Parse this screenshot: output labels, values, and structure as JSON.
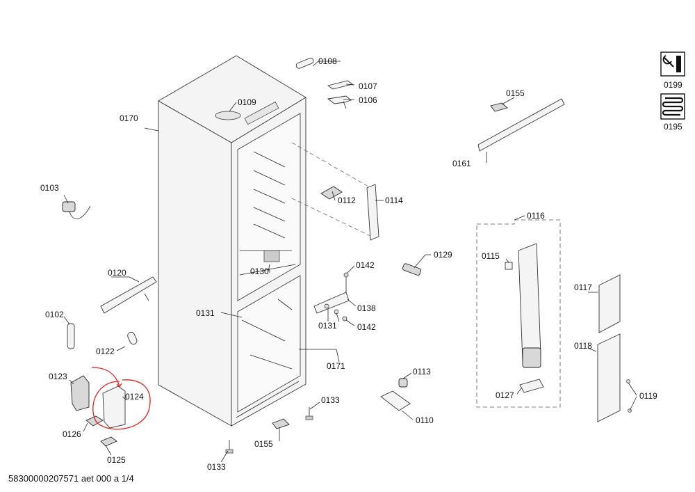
{
  "labels": {
    "p0108": "0108",
    "p0107": "0107",
    "p0106": "0106",
    "p0109": "0109",
    "p0170": "0170",
    "p0155_top": "0155",
    "p0161": "0161",
    "p0103": "0103",
    "p0112": "0112",
    "p0114": "0114",
    "p0116": "0116",
    "p0129": "0129",
    "p0115": "0115",
    "p0142_a": "0142",
    "p0120": "0120",
    "p0130": "0130",
    "p0138": "0138",
    "p0117": "0117",
    "p0131_a": "0131",
    "p0131_b": "0131",
    "p0142_b": "0142",
    "p0102": "0102",
    "p0122": "0122",
    "p0171": "0171",
    "p0118": "0118",
    "p0113": "0113",
    "p0123": "0123",
    "p0124": "0124",
    "p0133_a": "0133",
    "p0127": "0127",
    "p0119": "0119",
    "p0110": "0110",
    "p0126": "0126",
    "p0155_bottom": "0155",
    "p0125": "0125",
    "p0133_b": "0133"
  },
  "side_icons": {
    "service_code": "0199",
    "service_icon": "wrench-icon",
    "coil_code": "0195",
    "coil_icon": "coil-icon"
  },
  "footer": {
    "doc_id": "58300000207571 aet 000 a 1/4"
  },
  "colors": {
    "highlight": "#e02020",
    "line": "#222222",
    "background": "#ffffff"
  }
}
